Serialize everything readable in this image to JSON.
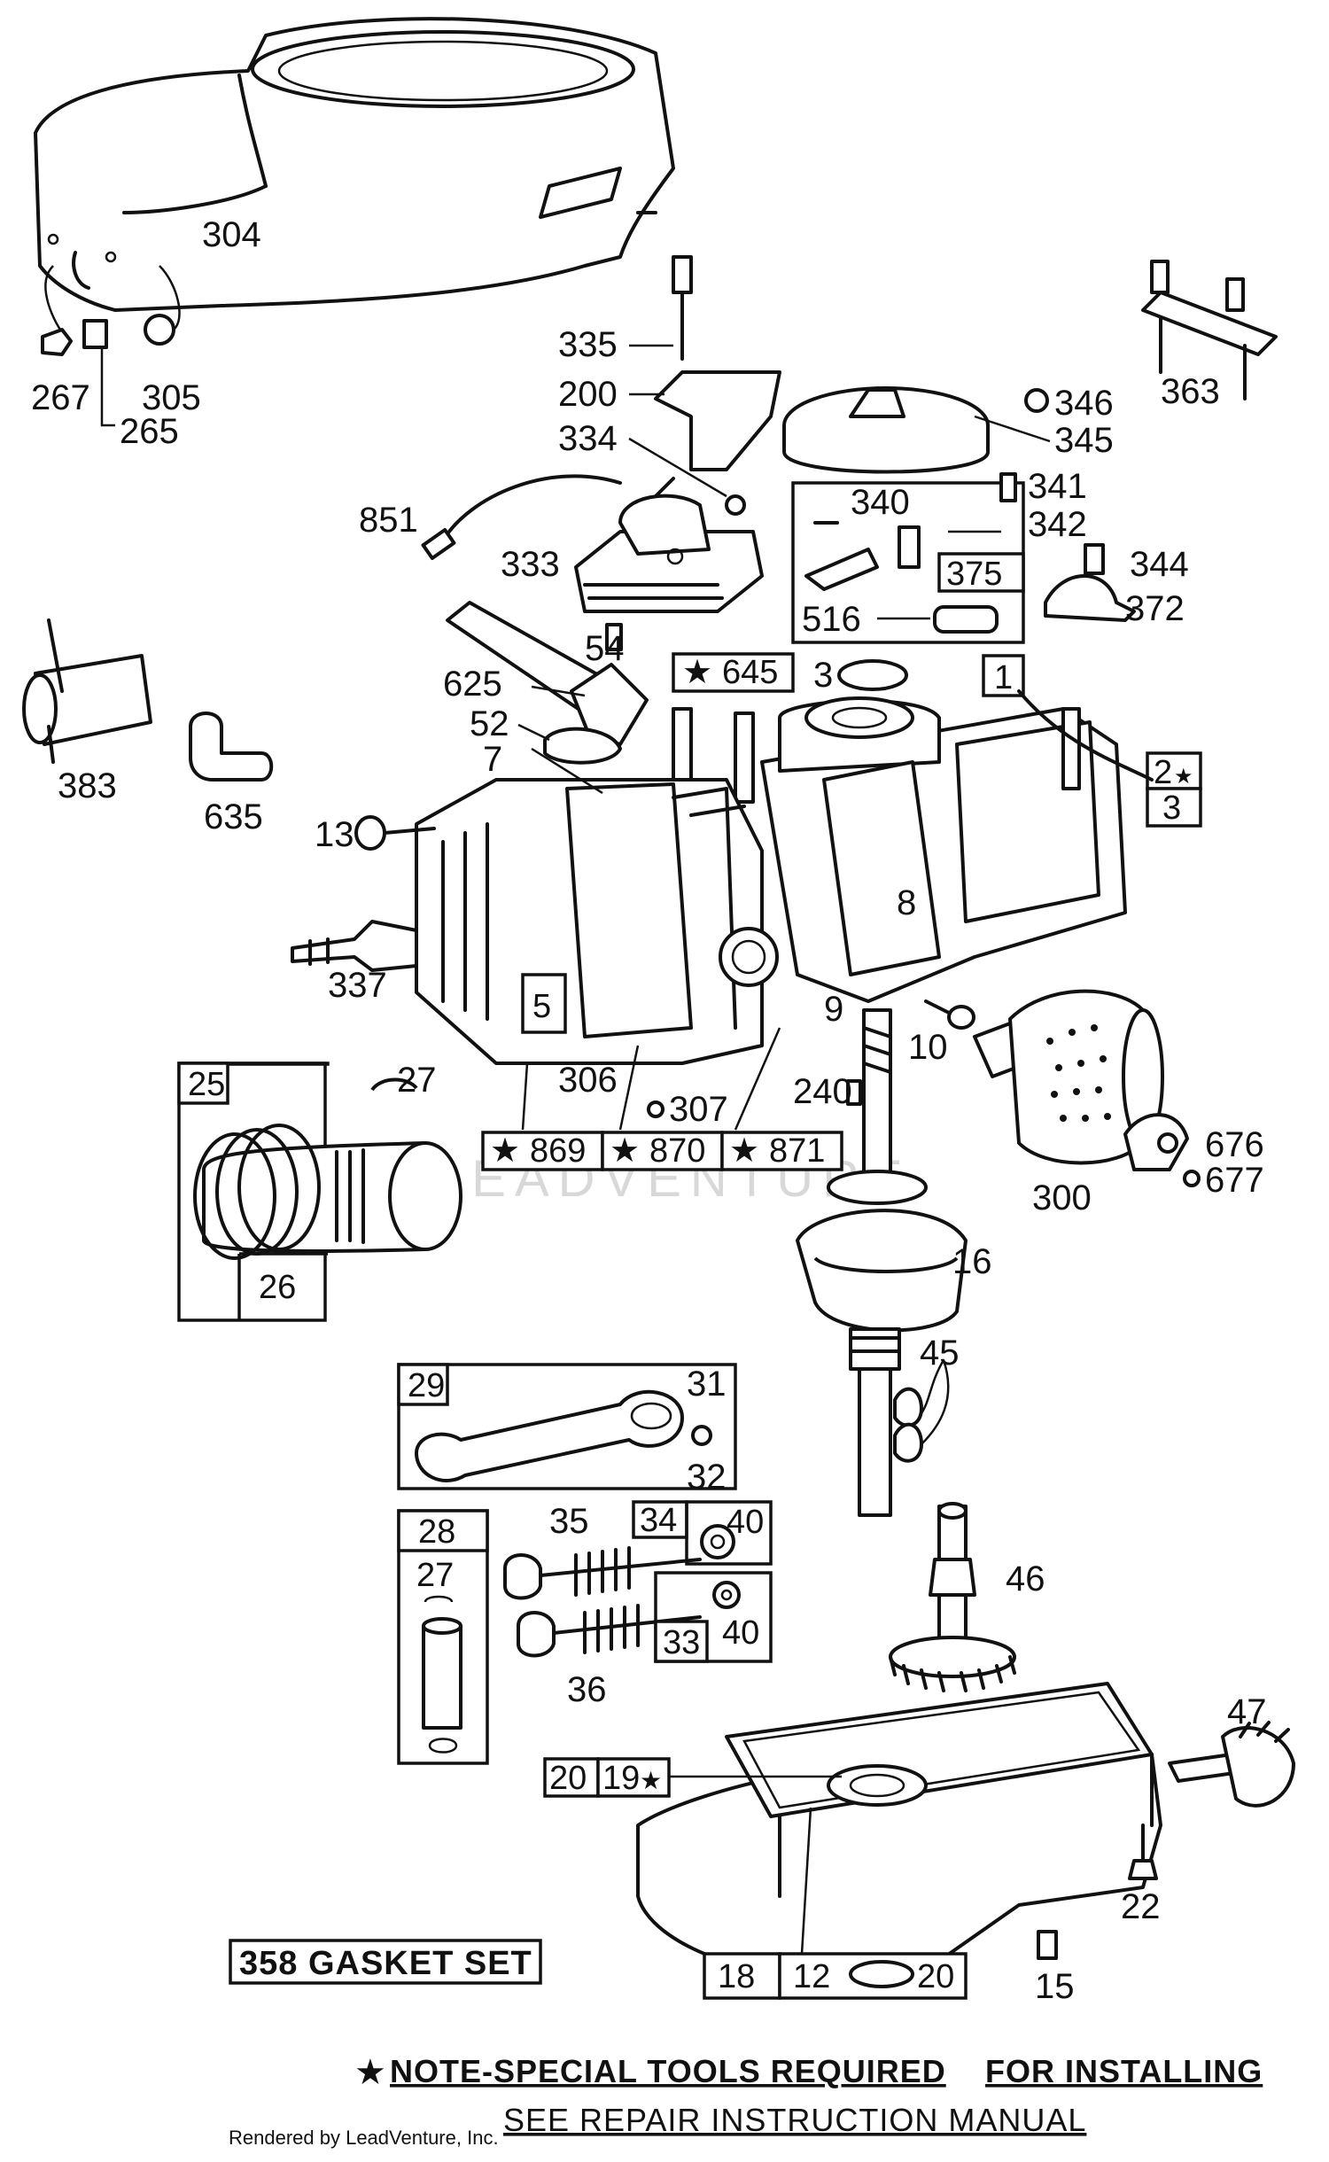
{
  "diagram": {
    "part_labels": {
      "p304": "304",
      "p267": "267",
      "p305": "305",
      "p265": "265",
      "p335": "335",
      "p200": "200",
      "p334": "334",
      "p851": "851",
      "p333": "333",
      "p346": "346",
      "p345": "345",
      "p363": "363",
      "p340": "340",
      "p341": "341",
      "p342": "342",
      "p375": "375",
      "p344": "344",
      "p516": "516",
      "p372": "372",
      "p54": "54",
      "p625": "625",
      "p52": "52",
      "p7": "7",
      "p645": "645",
      "p3a": "3",
      "p1": "1",
      "p2": "2",
      "p3b": "3",
      "p383": "383",
      "p635": "635",
      "p13": "13",
      "p8": "8",
      "p337": "337",
      "p5": "5",
      "p9": "9",
      "p10": "10",
      "p306": "306",
      "p25": "25",
      "p27a": "27",
      "p307": "307",
      "p240": "240",
      "p869": "869",
      "p870": "870",
      "p871": "871",
      "p676": "676",
      "p677": "677",
      "p300": "300",
      "p26": "26",
      "p16": "16",
      "p29": "29",
      "p31": "31",
      "p45": "45",
      "p32": "32",
      "p28": "28",
      "p35": "35",
      "p34": "34",
      "p40a": "40",
      "p27b": "27",
      "p46": "46",
      "p33": "33",
      "p40b": "40",
      "p36": "36",
      "p47": "47",
      "p20a": "20",
      "p19": "19",
      "p22": "22",
      "p15": "15",
      "p18": "18",
      "p12": "12",
      "p20b": "20"
    },
    "gasket_set": "358 GASKET SET",
    "note_line1_a": "NOTE-SPECIAL TOOLS REQUIRED",
    "note_line1_b": "FOR INSTALLING",
    "note_line2": "SEE REPAIR INSTRUCTION MANUAL",
    "credit": "Rendered by LeadVenture, Inc.",
    "watermark": "LEADVENTURE"
  }
}
